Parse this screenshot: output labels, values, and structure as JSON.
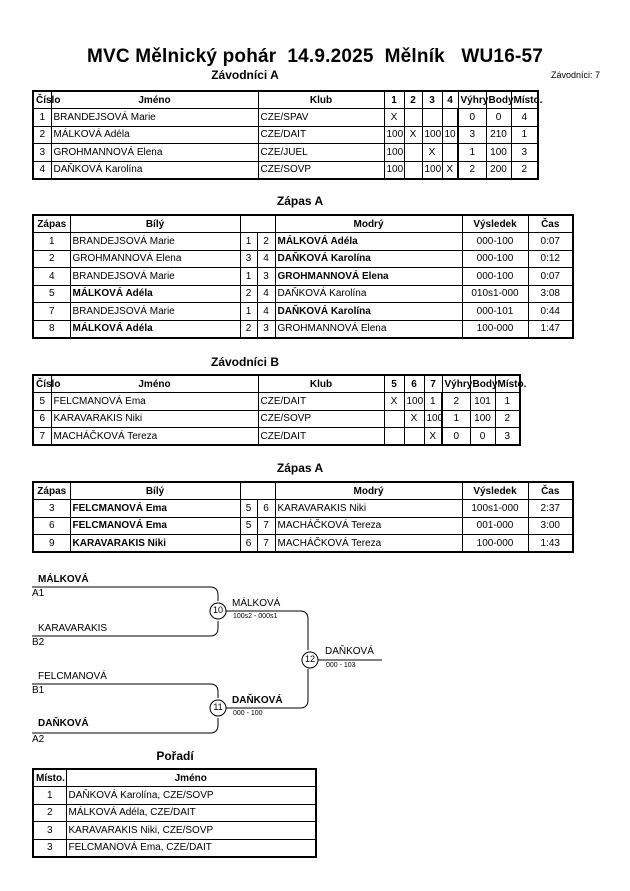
{
  "title": "MVC Mělnický pohár  14.9.2025  Mělník   WU16-57",
  "groupA": {
    "heading": "Závodníci A",
    "count_label": "Závodníci: 7",
    "headers": [
      "Číslo",
      "Jméno",
      "Klub",
      "1",
      "2",
      "3",
      "4",
      "Výhry",
      "Body",
      "Místo."
    ],
    "rows": [
      [
        "1",
        "BRANDEJSOVÁ Marie",
        "CZE/SPAV",
        "X",
        "",
        "",
        "",
        "0",
        "0",
        "4"
      ],
      [
        "2",
        "MÁLKOVÁ Adéla",
        "CZE/DAIT",
        "100",
        "X",
        "100",
        "10",
        "3",
        "210",
        "1"
      ],
      [
        "3",
        "GROHMANNOVÁ Elena",
        "CZE/JUEL",
        "100",
        "",
        "X",
        "",
        "1",
        "100",
        "3"
      ],
      [
        "4",
        "DAŇKOVÁ Karolína",
        "CZE/SOVP",
        "100",
        "",
        "100",
        "X",
        "2",
        "200",
        "2"
      ]
    ]
  },
  "matchesA": {
    "heading": "Zápas A",
    "headers": [
      "Zápas",
      "Bílý",
      "",
      "",
      "Modrý",
      "Výsledek",
      "Čas"
    ],
    "rows": [
      {
        "no": "1",
        "white": "BRANDEJSOVÁ Marie",
        "wb": false,
        "w": "1",
        "b": "2",
        "blue": "MÁLKOVÁ Adéla",
        "bb": true,
        "res": "000-100",
        "time": "0:07"
      },
      {
        "no": "2",
        "white": "GROHMANNOVÁ Elena",
        "wb": false,
        "w": "3",
        "b": "4",
        "blue": "DAŇKOVÁ Karolína",
        "bb": true,
        "res": "000-100",
        "time": "0:12"
      },
      {
        "no": "4",
        "white": "BRANDEJSOVÁ Marie",
        "wb": false,
        "w": "1",
        "b": "3",
        "blue": "GROHMANNOVÁ Elena",
        "bb": true,
        "res": "000-100",
        "time": "0:07"
      },
      {
        "no": "5",
        "white": "MÁLKOVÁ Adéla",
        "wb": true,
        "w": "2",
        "b": "4",
        "blue": "DAŇKOVÁ Karolína",
        "bb": false,
        "res": "010s1-000",
        "time": "3:08"
      },
      {
        "no": "7",
        "white": "BRANDEJSOVÁ Marie",
        "wb": false,
        "w": "1",
        "b": "4",
        "blue": "DAŇKOVÁ Karolína",
        "bb": true,
        "res": "000-101",
        "time": "0:44"
      },
      {
        "no": "8",
        "white": "MÁLKOVÁ Adéla",
        "wb": true,
        "w": "2",
        "b": "3",
        "blue": "GROHMANNOVÁ Elena",
        "bb": false,
        "res": "100-000",
        "time": "1:47"
      }
    ]
  },
  "groupB": {
    "heading": "Závodníci B",
    "headers": [
      "Číslo",
      "Jméno",
      "Klub",
      "5",
      "6",
      "7",
      "Výhry",
      "Body",
      "Místo."
    ],
    "rows": [
      [
        "5",
        "FELCMANOVÁ Ema",
        "CZE/DAIT",
        "X",
        "100",
        "1",
        "2",
        "101",
        "1"
      ],
      [
        "6",
        "KARAVARAKIS Niki",
        "CZE/SOVP",
        "",
        "X",
        "100",
        "1",
        "100",
        "2"
      ],
      [
        "7",
        "MACHÁČKOVÁ Tereza",
        "CZE/DAIT",
        "",
        "",
        "X",
        "0",
        "0",
        "3"
      ]
    ]
  },
  "matchesB": {
    "heading": "Zápas A",
    "headers": [
      "Zápas",
      "Bílý",
      "",
      "",
      "Modrý",
      "Výsledek",
      "Čas"
    ],
    "rows": [
      {
        "no": "3",
        "white": "FELCMANOVÁ Ema",
        "wb": true,
        "w": "5",
        "b": "6",
        "blue": "KARAVARAKIS Niki",
        "bb": false,
        "res": "100s1-000",
        "time": "2:37"
      },
      {
        "no": "6",
        "white": "FELCMANOVÁ Ema",
        "wb": true,
        "w": "5",
        "b": "7",
        "blue": "MACHÁČKOVÁ Tereza",
        "bb": false,
        "res": "001-000",
        "time": "3:00"
      },
      {
        "no": "9",
        "white": "KARAVARAKIS Niki",
        "wb": true,
        "w": "6",
        "b": "7",
        "blue": "MACHÁČKOVÁ Tereza",
        "bb": false,
        "res": "100-000",
        "time": "1:43"
      }
    ]
  },
  "bracket": {
    "p1": {
      "name": "MÁLKOVÁ",
      "seed": "A1"
    },
    "p2": {
      "name": "KARAVARAKIS",
      "seed": "B2"
    },
    "p3": {
      "name": "FELCMANOVÁ",
      "seed": "B1"
    },
    "p4": {
      "name": "DAŇKOVÁ",
      "seed": "A2"
    },
    "m10": {
      "no": "10",
      "winner": "MÁLKOVÁ",
      "score": "100s2 - 000s1"
    },
    "m11": {
      "no": "11",
      "winner": "DAŇKOVÁ",
      "score": "000 - 100"
    },
    "m12": {
      "no": "12",
      "winner": "DAŇKOVÁ",
      "score": "000 - 103"
    }
  },
  "ranking": {
    "heading": "Pořadí",
    "headers": [
      "Místo.",
      "Jméno"
    ],
    "rows": [
      [
        "1",
        "DAŇKOVÁ Karolína, CZE/SOVP"
      ],
      [
        "2",
        "MÁLKOVÁ Adéla, CZE/DAIT"
      ],
      [
        "3",
        "KARAVARAKIS Niki, CZE/SOVP"
      ],
      [
        "3",
        "FELCMANOVÁ Ema, CZE/DAIT"
      ]
    ]
  }
}
